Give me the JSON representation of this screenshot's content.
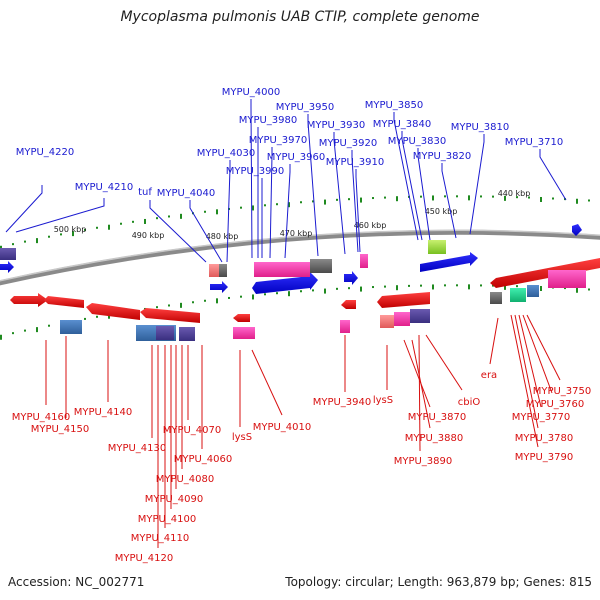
{
  "title": "Mycoplasma pulmonis UAB CTIP, complete genome",
  "footer": {
    "accession": "Accession: NC_002771",
    "summary": "Topology: circular; Length: 963,879 bp; Genes: 815"
  },
  "colors": {
    "forward_label": "#1b1bd0",
    "reverse_label": "#d81010",
    "backbone": "#8a8a8a",
    "gc_ticks": "#1f8a1f"
  },
  "scale_labels": [
    "500 kbp",
    "490 kbp",
    "480 kbp",
    "470 kbp",
    "460 kbp",
    "450 kbp",
    "440 kbp"
  ],
  "forward_labels": [
    "MYPU_4220",
    "MYPU_4210",
    "tuf",
    "MYPU_4040",
    "MYPU_4030",
    "MYPU_4000",
    "MYPU_3980",
    "MYPU_3990",
    "MYPU_3970",
    "MYPU_3960",
    "MYPU_3950",
    "MYPU_3930",
    "MYPU_3920",
    "MYPU_3910",
    "MYPU_3850",
    "MYPU_3840",
    "MYPU_3830",
    "MYPU_3820",
    "MYPU_3810",
    "MYPU_3710"
  ],
  "reverse_labels": [
    "MYPU_4160",
    "MYPU_4150",
    "MYPU_4140",
    "MYPU_4130",
    "MYPU_4120",
    "MYPU_4110",
    "MYPU_4100",
    "MYPU_4090",
    "MYPU_4080",
    "MYPU_4070",
    "MYPU_4060",
    "lysS",
    "MYPU_4010",
    "MYPU_3940",
    "lysS",
    "MYPU_3870",
    "MYPU_3880",
    "MYPU_3890",
    "cbiO",
    "era",
    "MYPU_3750",
    "MYPU_3760",
    "MYPU_3770",
    "MYPU_3780",
    "MYPU_3790"
  ]
}
